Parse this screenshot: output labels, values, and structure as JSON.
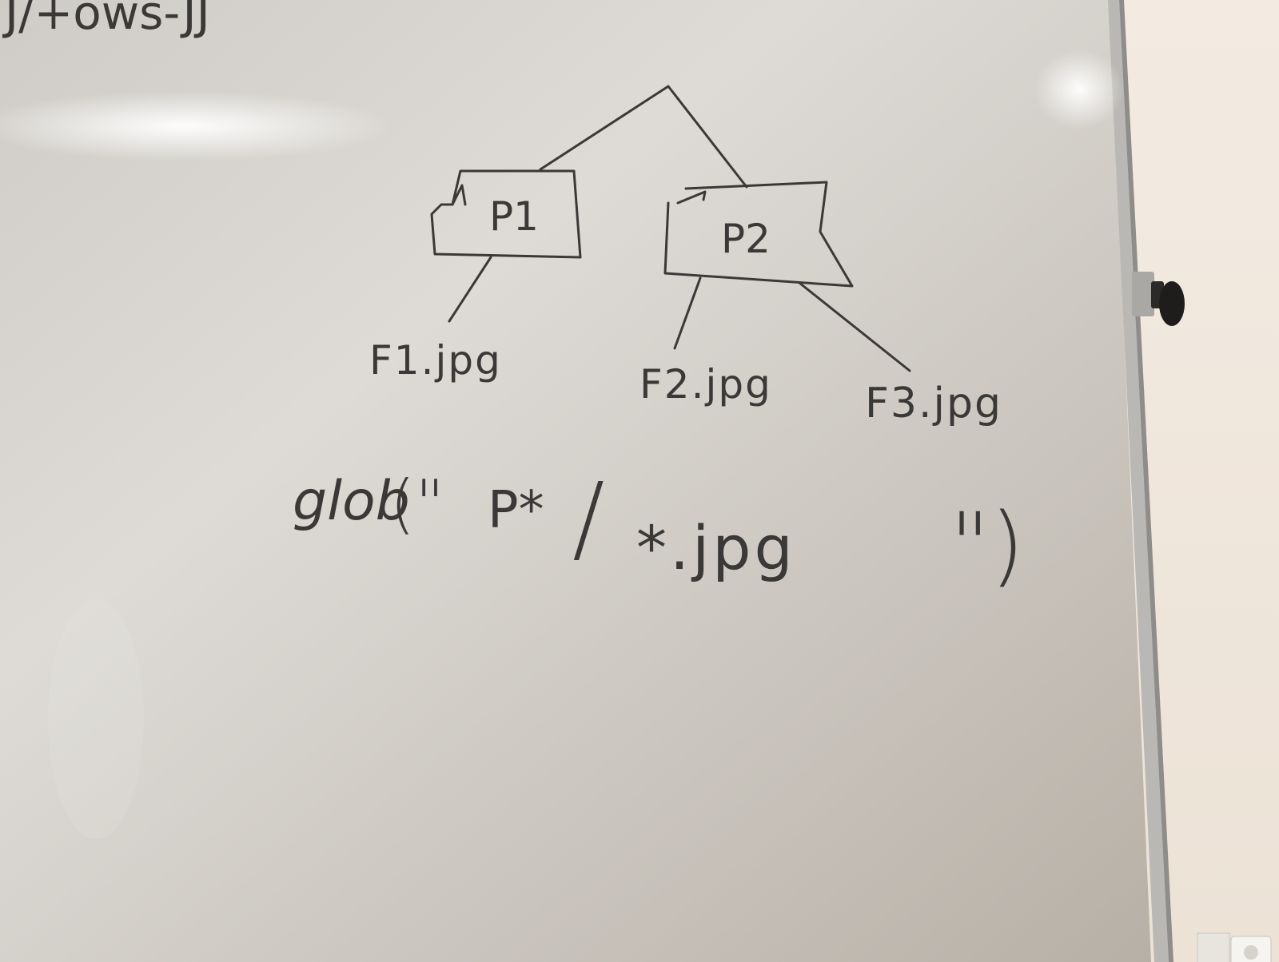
{
  "whiteboard": {
    "colors": {
      "board": "#d9d6d1",
      "wall": "#efe7dd",
      "ink": "#3a3937",
      "frame": "#b9b8b4"
    },
    "top_scrawl": "J/+ows-JJ",
    "tree": {
      "nodes": [
        "P1",
        "P2"
      ],
      "leaves": [
        "F1.jpg",
        "F2.jpg",
        "F3.jpg"
      ]
    },
    "formula": {
      "func": "glob",
      "open": "(\"",
      "pattern_dir": "P*",
      "slash": "/",
      "pattern_file": "*.jpg",
      "close": "\")"
    }
  }
}
